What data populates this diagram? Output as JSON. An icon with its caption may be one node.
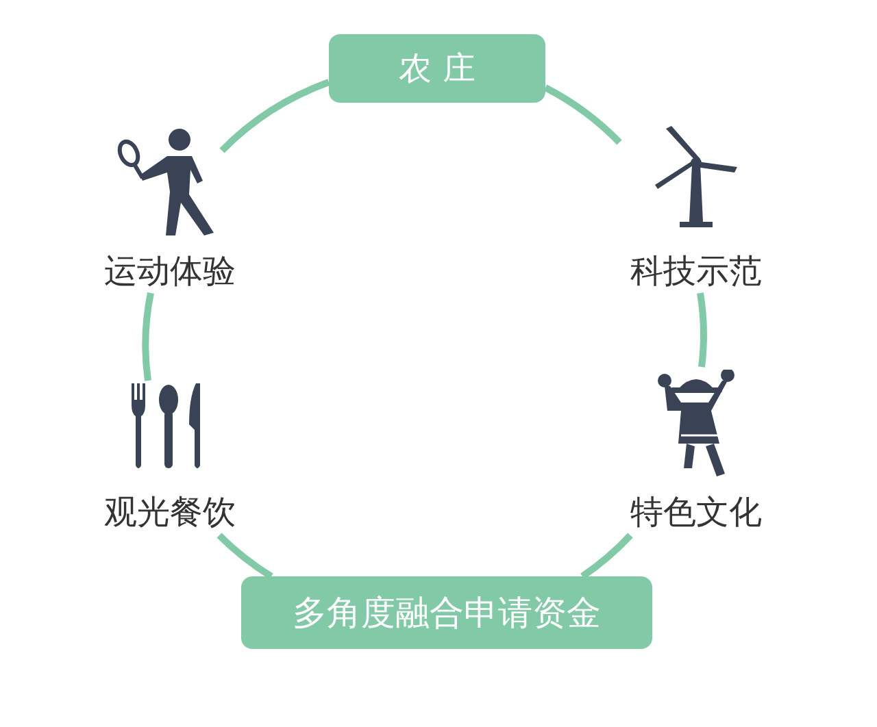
{
  "diagram": {
    "nodes": [
      {
        "text": [
          "农 庄"
        ]
      },
      {
        "text": [
          "运动体验"
        ]
      },
      {
        "text": [
          "科技示范"
        ]
      },
      {
        "text": [
          "观光餐饮"
        ]
      },
      {
        "text": [
          "特色文化"
        ]
      },
      {
        "text": [
          "多角度融合申请资金"
        ]
      }
    ],
    "edges": [
      {
        "from": 0,
        "to": 2,
        "arrow": "none"
      },
      {
        "from": 2,
        "to": 4,
        "arrow": "none"
      },
      {
        "from": 4,
        "to": 5,
        "arrow": "none"
      },
      {
        "from": 5,
        "to": 3,
        "arrow": "none"
      },
      {
        "from": 3,
        "to": 1,
        "arrow": "none"
      },
      {
        "from": 1,
        "to": 0,
        "arrow": "none"
      }
    ]
  }
}
